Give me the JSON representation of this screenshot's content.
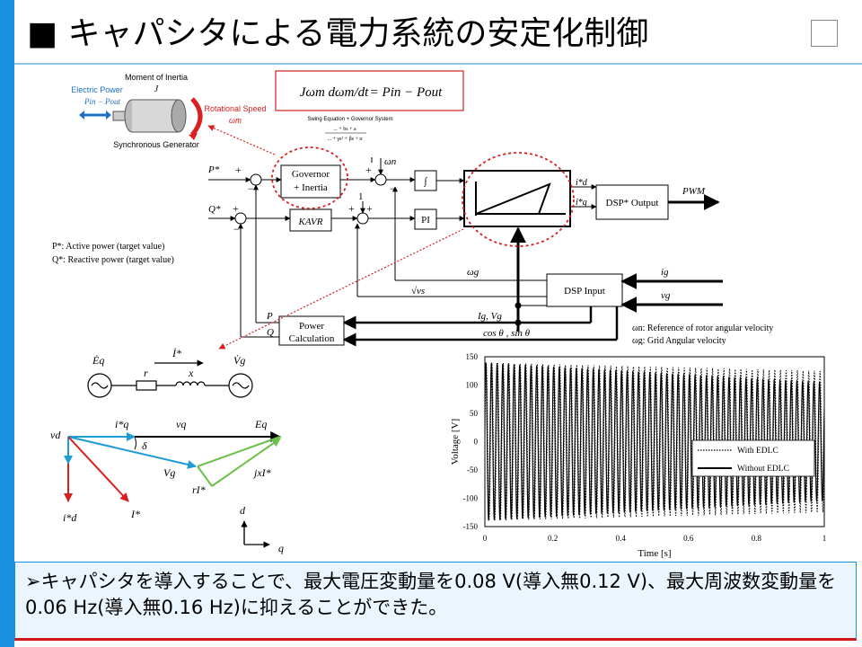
{
  "slide": {
    "title": "■ キャパシタによる電力系統の安定化制御",
    "conclusion": "➢キャパシタを導入することで、最大電圧変動量を0.08 V(導入無0.12 V)、最大周波数変動量を0.06 Hz(導入無0.16 Hz)に抑えることができた。"
  },
  "generator": {
    "moment_label": "Moment of Inertia",
    "j": "J",
    "electric_power": "Electric Power",
    "power_expr": "Pin − Pout",
    "rotational_speed": "Rotational Speed",
    "omega_m": "ωm",
    "name": "Synchronous Generator"
  },
  "equation": {
    "lhs": "Jωm dωm/dt",
    "rhs": "= Pin − Pout",
    "note_title": "Swing Equation + Governor System",
    "note_num": "... + bs + a",
    "note_den": "... + γs² + βs + α"
  },
  "block": {
    "p_star": "P*",
    "q_star": "Q*",
    "governor_line1": "Governor",
    "governor_line2": "+ Inertia",
    "kavr": "KAVR",
    "integrator": "∫",
    "pi": "PI",
    "omega_n": "ωn",
    "one": "1",
    "id_star": "i*d",
    "iq_star": "i*q",
    "dsp_output": "DSP* Output",
    "pwm": "PWM",
    "dsp_input": "DSP Input",
    "ig": "ig",
    "vg": "vg",
    "omega_g": "ωg",
    "sqrt_vs": "√vs",
    "p": "P",
    "q": "Q",
    "power_calc1": "Power",
    "power_calc2": "Calculation",
    "ig_vg": "Ig, Vg",
    "cos_sin": "cos θ , sin θ",
    "legend_p": "P*: Active power (target value)",
    "legend_q": "Q*: Reactive power (target value)",
    "omega_n_desc": "ωn: Reference of rotor angular velocity",
    "omega_g_desc": "ωg: Grid Angular velocity"
  },
  "circuit": {
    "eq": "Ėq",
    "current": "İ*",
    "r": "r",
    "x": "x",
    "vg": "V̇g"
  },
  "phasor": {
    "vd": "vd",
    "iq": "i*q",
    "vq": "vq",
    "eq": "Eq",
    "delta": "δ",
    "vg": "Vg",
    "jxi": "jxI*",
    "ri": "rI*",
    "id": "i*d",
    "istar": "I*",
    "d": "d",
    "q": "q"
  },
  "chart_data": {
    "type": "line",
    "xlabel": "Time [s]",
    "ylabel": "Voltage [V]",
    "xlim": [
      0,
      1
    ],
    "ylim": [
      -150,
      150
    ],
    "xticks": [
      "0",
      "0.2",
      "0.4",
      "0.6",
      "0.8",
      "1"
    ],
    "yticks": [
      "150",
      "100",
      "50",
      "0",
      "-50",
      "-100",
      "-150"
    ],
    "legend_position": "center-right",
    "series": [
      {
        "name": "With EDLC",
        "style": "dotted",
        "amplitude_start": 140,
        "amplitude_end": 125,
        "frequency_hz": 60
      },
      {
        "name": "Without EDLC",
        "style": "solid",
        "amplitude_start": 140,
        "amplitude_end": 105,
        "frequency_hz": 60
      }
    ]
  }
}
